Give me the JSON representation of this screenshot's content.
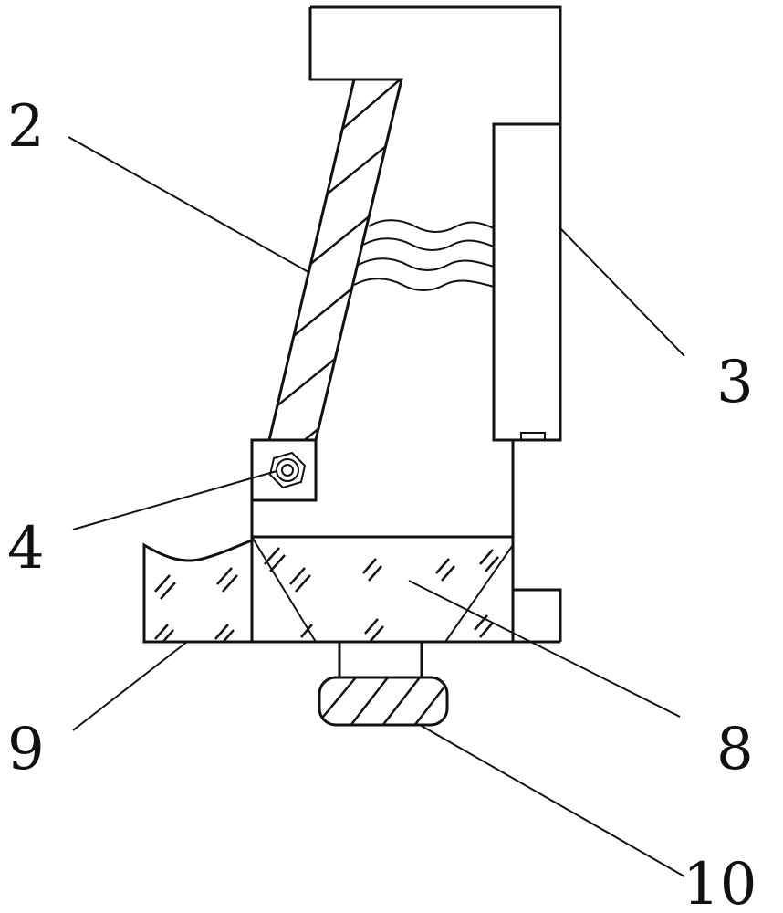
{
  "labels": {
    "l2": "2",
    "l3": "3",
    "l4": "4",
    "l8": "8",
    "l9": "9",
    "l10": "10"
  }
}
